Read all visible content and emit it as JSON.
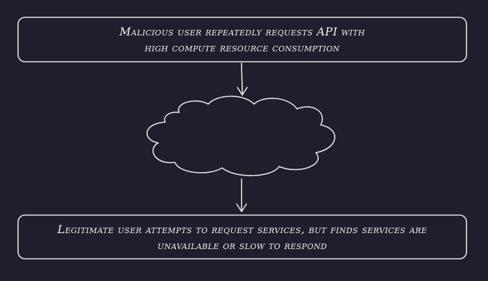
{
  "diagram": {
    "top_box": {
      "line1": "Malicious user repeatedly requests API with",
      "line2": "high compute resource consumption"
    },
    "cloud": {
      "label": ""
    },
    "bottom_box": {
      "line1": "Legitimate user attempts to request services, but finds services are",
      "line2": "unavailable or slow to respond"
    }
  },
  "colors": {
    "background": "#1e1e2c",
    "stroke": "#e8e8e8",
    "text": "#f2f2f2"
  }
}
